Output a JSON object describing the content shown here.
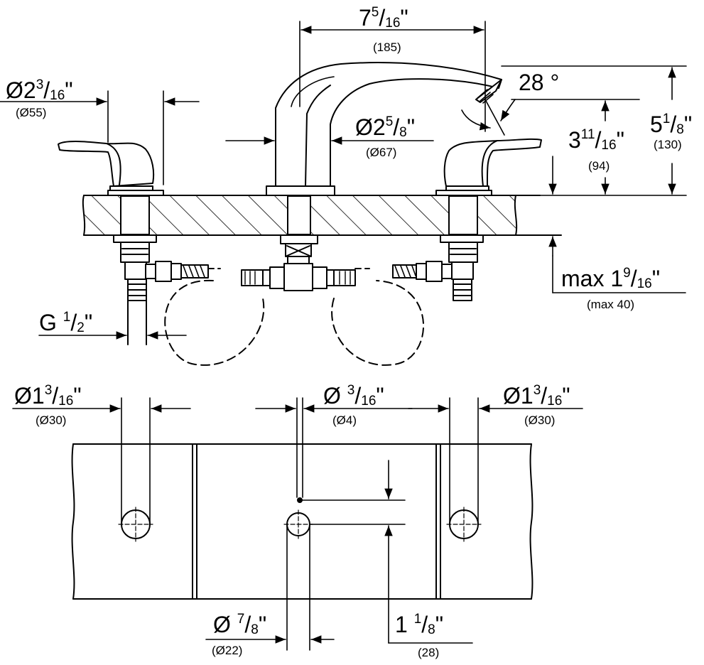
{
  "dimensions": {
    "spout_reach": {
      "imperial_whole": "7",
      "imperial_num": "5",
      "imperial_den": "16",
      "inch": "\"",
      "metric": "(185)"
    },
    "handle_base_dia": {
      "imperial_whole": "Ø2",
      "imperial_num": "3",
      "imperial_den": "16",
      "inch": "\"",
      "metric": "(Ø55)"
    },
    "spout_base_dia": {
      "imperial_whole": "Ø2",
      "imperial_num": "5",
      "imperial_den": "8",
      "inch": "\"",
      "metric": "(Ø67)"
    },
    "spout_angle": {
      "value": "28 °"
    },
    "spout_outlet_height": {
      "imperial_whole": "3",
      "imperial_num": "11",
      "imperial_den": "16",
      "inch": "\"",
      "metric": "(94)"
    },
    "overall_height": {
      "imperial_whole": "5",
      "imperial_num": "1",
      "imperial_den": "8",
      "inch": "\"",
      "metric": "(130)"
    },
    "max_deck_thickness": {
      "prefix": "max 1",
      "imperial_num": "9",
      "imperial_den": "16",
      "inch": "\"",
      "metric": "(max 40)"
    },
    "thread": {
      "imperial_whole": "G",
      "imperial_num": "1",
      "imperial_den": "2",
      "inch": "\""
    },
    "left_hole_dia": {
      "imperial_whole": "Ø1",
      "imperial_num": "3",
      "imperial_den": "16",
      "inch": "\"",
      "metric": "(Ø30)"
    },
    "pin_dia": {
      "imperial_whole": "Ø",
      "imperial_num": "3",
      "imperial_den": "16",
      "inch": "\"",
      "metric": "(Ø4)"
    },
    "right_hole_dia": {
      "imperial_whole": "Ø1",
      "imperial_num": "3",
      "imperial_den": "16",
      "inch": "\"",
      "metric": "(Ø30)"
    },
    "center_hole_dia": {
      "imperial_whole": "Ø",
      "imperial_num": "7",
      "imperial_den": "8",
      "inch": "\"",
      "metric": "(Ø22)"
    },
    "pin_offset": {
      "imperial_whole": "1",
      "imperial_num": "1",
      "imperial_den": "8",
      "inch": "\"",
      "metric": "(28)"
    }
  }
}
